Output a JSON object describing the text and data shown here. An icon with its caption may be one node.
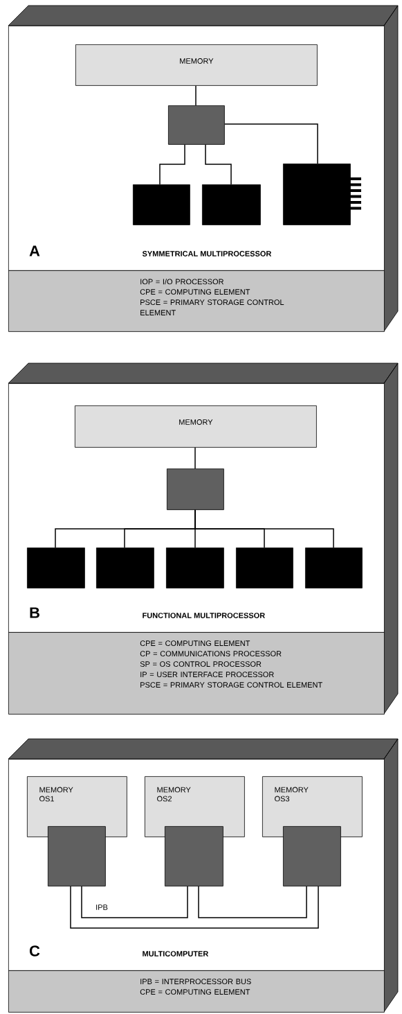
{
  "diagram": {
    "nodes": [
      {
        "text": [
          "A",
          "SYMMETRICAL MULTIPROCESSOR"
        ]
      },
      {
        "text": [
          "MEMORY"
        ],
        "in": 0
      },
      {
        "text": [],
        "shape": "box",
        "in": 0
      },
      {
        "text": [],
        "shape": "box",
        "in": 0
      },
      {
        "text": [],
        "shape": "box",
        "in": 0
      },
      {
        "text": [],
        "shape": "box",
        "in": 0
      },
      {
        "text": [
          "IOP = I/O PROCESSOR",
          "CPE = COMPUTING ELEMENT",
          "PSCE = PRIMARY STORAGE CONTROL ELEMENT"
        ]
      },
      {
        "text": [
          "B",
          "FUNCTIONAL MULTIPROCESSOR"
        ]
      },
      {
        "text": [
          "MEMORY"
        ],
        "in": 7
      },
      {
        "text": [],
        "shape": "box",
        "in": 7
      },
      {
        "text": [],
        "shape": "box",
        "in": 7
      },
      {
        "text": [],
        "shape": "box",
        "in": 7
      },
      {
        "text": [],
        "shape": "box",
        "in": 7
      },
      {
        "text": [],
        "shape": "box",
        "in": 7
      },
      {
        "text": [],
        "shape": "box",
        "in": 7
      },
      {
        "text": [
          "CPE = COMPUTING ELEMENT",
          "CP = COMMUNICATIONS PROCESSOR",
          "SP = OS CONTROL PROCESSOR",
          "IP = USER INTERFACE PROCESSOR",
          "PSCE = PRIMARY STORAGE CONTROL ELEMENT"
        ]
      },
      {
        "text": [
          "C",
          "MULTICOMPUTER"
        ]
      },
      {
        "text": [
          "MEMORY OS1"
        ],
        "in": 16
      },
      {
        "text": [
          "MEMORY OS2"
        ],
        "in": 16
      },
      {
        "text": [
          "MEMORY OS3"
        ],
        "in": 16
      },
      {
        "text": [],
        "shape": "box",
        "in": 16
      },
      {
        "text": [],
        "shape": "box",
        "in": 16
      },
      {
        "text": [],
        "shape": "box",
        "in": 16
      },
      {
        "text": [
          "IPB = INTERPROCESSOR BUS",
          "CPE = COMPUTING ELEMENT"
        ]
      }
    ],
    "edges": [
      {
        "from": 1,
        "to": 2,
        "arrow": "none"
      },
      {
        "from": 2,
        "to": 3,
        "arrow": "none"
      },
      {
        "from": 2,
        "to": 4,
        "arrow": "none"
      },
      {
        "from": 2,
        "to": 5,
        "arrow": "none"
      },
      {
        "from": 8,
        "to": 9,
        "arrow": "none"
      },
      {
        "from": 9,
        "to": 10,
        "arrow": "none"
      },
      {
        "from": 9,
        "to": 11,
        "arrow": "none"
      },
      {
        "from": 9,
        "to": 12,
        "arrow": "none"
      },
      {
        "from": 9,
        "to": 13,
        "arrow": "none"
      },
      {
        "from": 9,
        "to": 14,
        "arrow": "none"
      },
      {
        "from": 20,
        "to": 21,
        "arrow": "none",
        "label": "IPB"
      },
      {
        "from": 21,
        "to": 22,
        "arrow": "none"
      },
      {
        "from": 20,
        "to": 22,
        "arrow": "none"
      }
    ]
  }
}
